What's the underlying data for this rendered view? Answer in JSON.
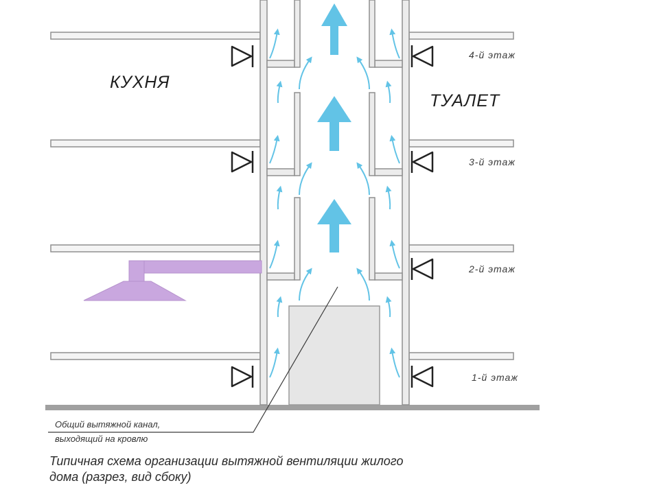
{
  "labels": {
    "kitchen": "КУХНЯ",
    "toilet": "ТУАЛЕТ",
    "floors": [
      "4-й этаж",
      "3-й этаж",
      "2-й этаж",
      "1-й этаж"
    ]
  },
  "callout": {
    "line1": "Общий вытяжной канал,",
    "line2": "выходящий на кровлю"
  },
  "caption": {
    "line1": "Типичная схема организации вытяжной вентиляции жилого",
    "line2": "дома (разрез, вид сбоку)"
  },
  "colors": {
    "airflow": "#62c3e6",
    "hood": "#c9a7df",
    "wall_fill": "#ececec",
    "wall_stroke": "#8f8f8f",
    "ground": "#a0a0a0"
  }
}
